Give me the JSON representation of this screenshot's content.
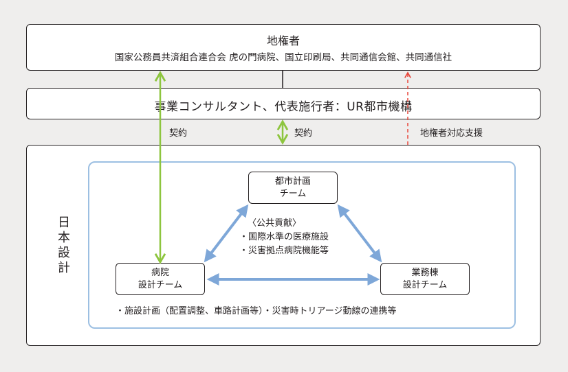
{
  "owners": {
    "title": "地権者",
    "list": "国家公務員共済組合連合会 虎の門病院、国立印刷局、共同通信会館、共同通信社"
  },
  "consultant": {
    "label": "事業コンサルタント、代表施行者：UR都市機構"
  },
  "connectors": {
    "contract_left": "契約",
    "contract_center": "契約",
    "owner_support": "地権者対応支援"
  },
  "nikken": {
    "label": "日本設計",
    "teams": {
      "toshi": [
        "都市計画",
        "チーム"
      ],
      "byoin": [
        "病院",
        "設計チーム"
      ],
      "gyomu": [
        "業務棟",
        "設計チーム"
      ]
    },
    "contribution": {
      "heading": "〈公共貢献〉",
      "items": [
        "・国際水準の医療施設",
        "・災害拠点病院機能等"
      ]
    },
    "bottom_note": "・施設計画（配置調整、車路計画等）・災害時トリアージ動線の連携等"
  },
  "colors": {
    "background": "#efeeed",
    "green_arrow": "#8dc53e",
    "red_dashed": "#e8473b",
    "blue_arrow": "#7ea7d8",
    "inner_border": "#9cbfe2"
  }
}
